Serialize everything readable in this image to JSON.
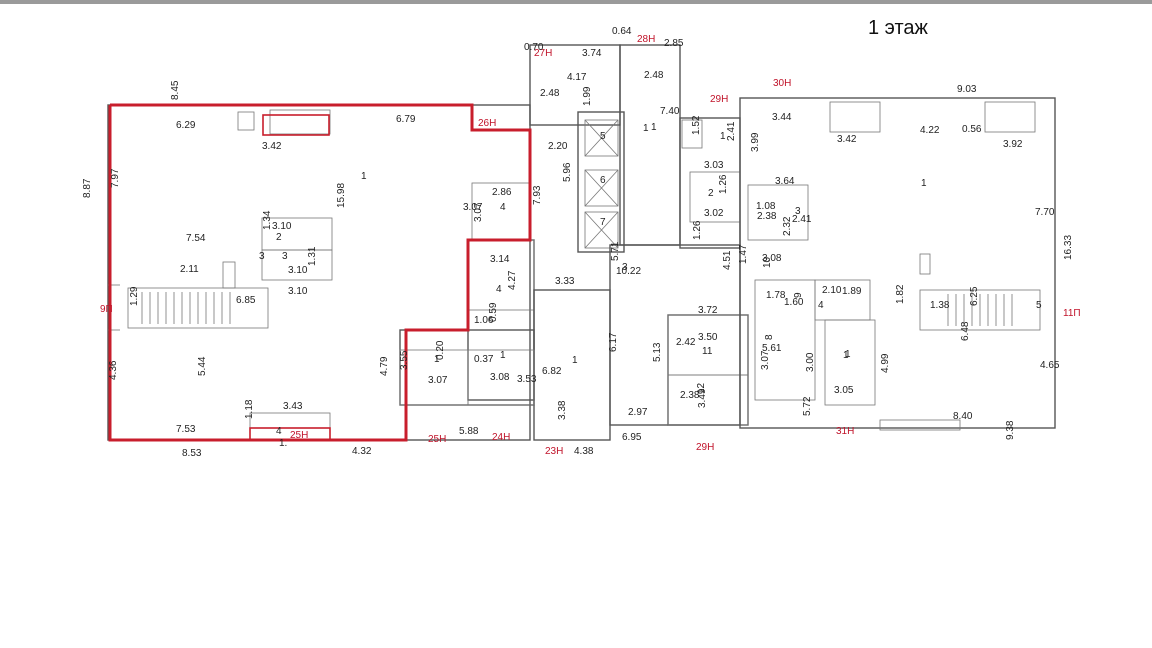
{
  "floor_title": "1 этаж",
  "unit_labels": [
    "27Н",
    "28Н",
    "29Н",
    "30Н",
    "26Н",
    "9П",
    "25Н",
    "24Н",
    "23Н",
    "29Н",
    "31Н",
    "11П",
    "25Н"
  ],
  "dims": [
    "0.70",
    "3.74",
    "0.64",
    "2.85",
    "4.17",
    "2.48",
    "1.99",
    "2.48",
    "7.40",
    "1",
    "8.45",
    "6.29",
    "6.79",
    "3.42",
    "8.87",
    "7.97",
    "15.98",
    "7.54",
    "3.10",
    "2",
    "3.10",
    "3",
    "1.34",
    "1.31",
    "2.11",
    "1.29",
    "6.85",
    "3.10",
    "4.36",
    "5.44",
    "3.43",
    "1.18",
    "7.53",
    "8.53",
    "4.32",
    "3.07",
    "4",
    "2.86",
    "3.07",
    "7.93",
    "2.20",
    "5.96",
    "5",
    "6",
    "7",
    "1.52",
    "2.41",
    "3.03",
    "2",
    "1.26",
    "3.02",
    "1.26",
    "3.99",
    "3.14",
    "4.27",
    "4",
    "3.33",
    "1.06",
    "0.59",
    "3.55",
    "0.20",
    "0.37",
    "3.07",
    "3.08",
    "3.53",
    "4.79",
    "5.71",
    "10.22",
    "3",
    "6.82",
    "6.17",
    "3.38",
    "2.97",
    "6.95",
    "5.88",
    "4.38",
    "3.72",
    "3.50",
    "11",
    "2.42",
    "5.13",
    "2.38",
    "12",
    "3.49",
    "3.44",
    "3.42",
    "4.22",
    "0.56",
    "9.03",
    "3.92",
    "3.64",
    "1.08",
    "2.38",
    "2.41",
    "2.32",
    "3.08",
    "1.47",
    "10",
    "4.51",
    "1.78",
    "1.60",
    "9",
    "2.10",
    "4",
    "1.89",
    "8",
    "5.61",
    "3.07",
    "3.00",
    "1",
    "3.05",
    "5.72",
    "1.82",
    "1.38",
    "6.25",
    "5",
    "6.48",
    "4.99",
    "4.65",
    "8.40",
    "9.38",
    "7.70",
    "16.33",
    "1",
    "1",
    "1",
    "1",
    "1",
    "1",
    "4",
    "1.",
    "1",
    "3",
    "1",
    "3"
  ]
}
